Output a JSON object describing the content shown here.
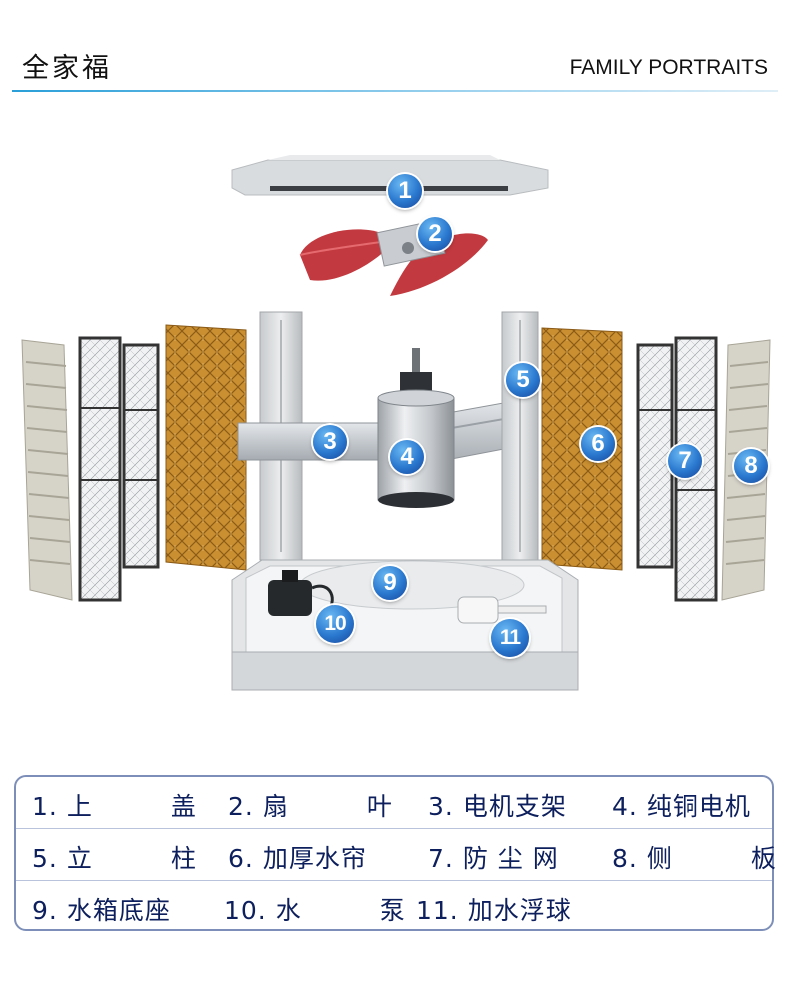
{
  "header": {
    "title_cn": "全家福",
    "title_en": "FAMILY PORTRAITS"
  },
  "colors": {
    "accent_line": "#2a9fd8",
    "marker_blue": "#2a78cf",
    "legend_text": "#0d1f5c",
    "legend_border": "#7d8fb8",
    "pad_brown": "#c9902f",
    "blade_red": "#c23a3f",
    "panel_gray": "#d8dadc"
  },
  "markers": [
    "1",
    "2",
    "3",
    "4",
    "5",
    "6",
    "7",
    "8",
    "9",
    "10",
    "11"
  ],
  "legend": {
    "items": [
      {
        "num": "1.",
        "label": "上　　　盖"
      },
      {
        "num": "2.",
        "label": "扇　　　叶"
      },
      {
        "num": "3.",
        "label": "电机支架"
      },
      {
        "num": "4.",
        "label": "纯铜电机"
      },
      {
        "num": "5.",
        "label": "立　　　柱"
      },
      {
        "num": "6.",
        "label": "加厚水帘"
      },
      {
        "num": "7.",
        "label": "防 尘 网"
      },
      {
        "num": "8.",
        "label": "侧　　　板"
      },
      {
        "num": "9.",
        "label": "水箱底座"
      },
      {
        "num": "10.",
        "label": "水　　　泵"
      },
      {
        "num": "11.",
        "label": "加水浮球"
      }
    ]
  }
}
